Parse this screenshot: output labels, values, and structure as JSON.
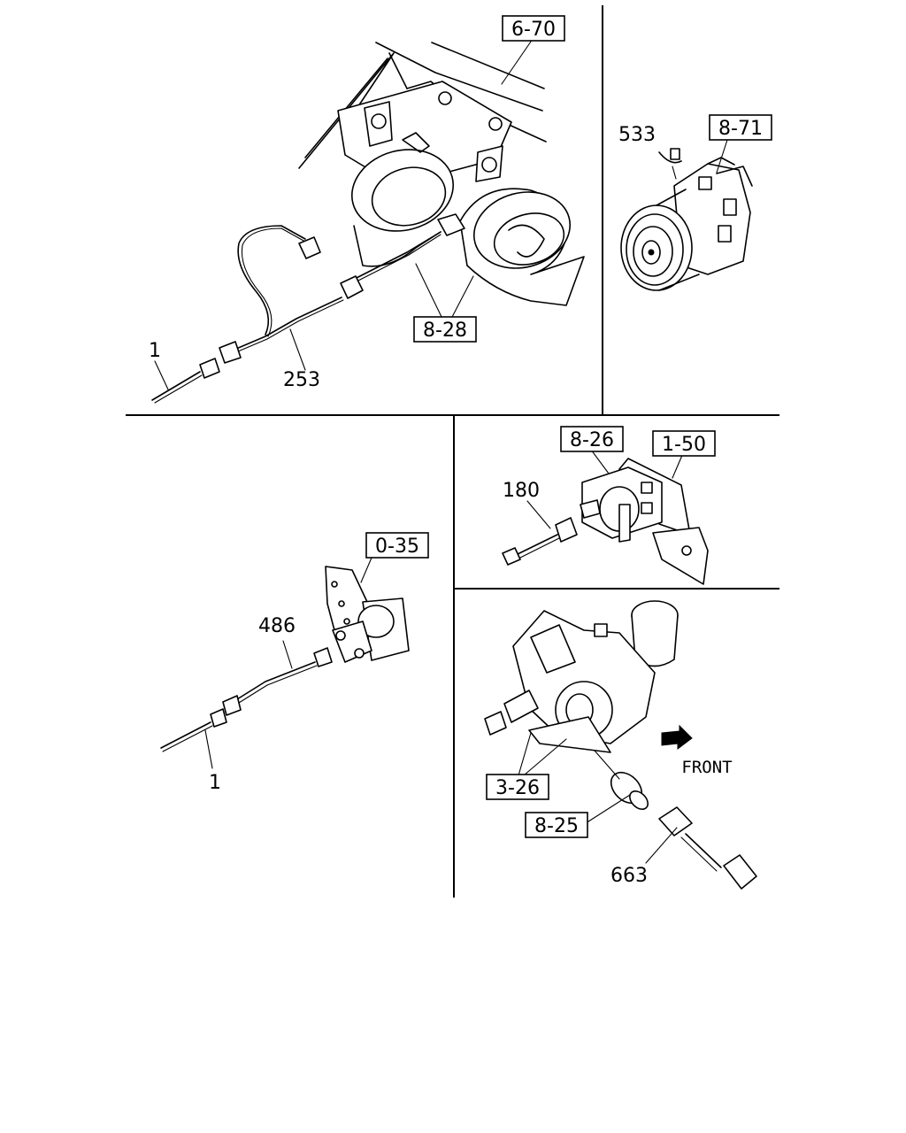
{
  "refs": {
    "r6_70": "6-70",
    "r8_28": "8-28",
    "r8_71": "8-71",
    "r8_26": "8-26",
    "r1_50": "1-50",
    "r0_35": "0-35",
    "r3_26": "3-26",
    "r8_25": "8-25"
  },
  "parts": {
    "p1_top": "1",
    "p253": "253",
    "p533": "533",
    "p180": "180",
    "p486": "486",
    "p1_left": "1",
    "p663": "663"
  },
  "direction": "FRONT"
}
